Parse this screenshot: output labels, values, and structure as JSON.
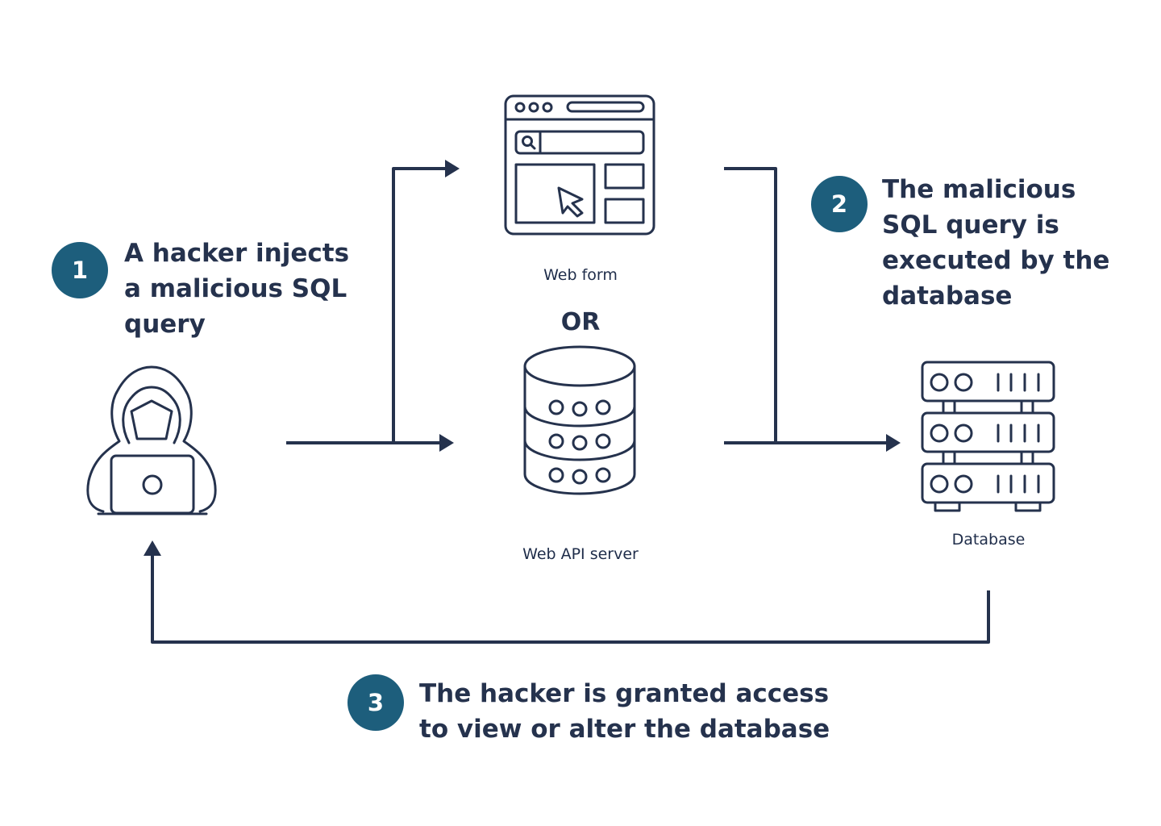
{
  "steps": [
    {
      "number": "1",
      "lines": [
        "A hacker injects",
        "a malicious SQL",
        "query"
      ]
    },
    {
      "number": "2",
      "lines": [
        "The malicious",
        "SQL query is",
        "executed by the",
        "database"
      ]
    },
    {
      "number": "3",
      "lines": [
        "The hacker is granted access",
        "to view or alter the database"
      ]
    }
  ],
  "nodes": {
    "web_form": {
      "label": "Web form",
      "icon": "browser-window-icon"
    },
    "or_label": "OR",
    "web_api_server": {
      "label": "Web API server",
      "icon": "server-stack-icon"
    },
    "database": {
      "label": "Database",
      "icon": "database-rack-icon"
    },
    "hacker": {
      "icon": "hooded-hacker-laptop-icon"
    }
  },
  "colors": {
    "badge": "#1d5e7c",
    "ink": "#25324d",
    "background": "#ffffff"
  }
}
